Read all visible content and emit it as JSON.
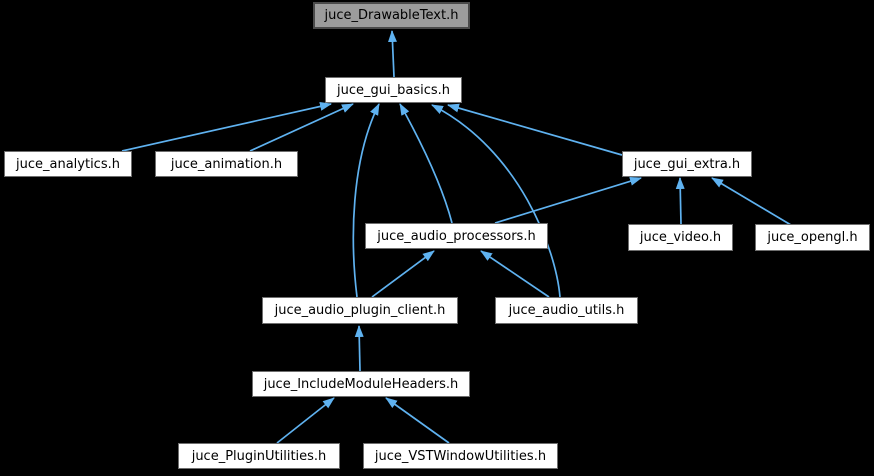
{
  "graph": {
    "title": "juce_DrawableText.h included-by dependency graph",
    "theme": {
      "bg": "#000000",
      "edge": "#5fb2f0",
      "node_fill": "#ffffff",
      "node_border": "#6e6e6e",
      "root_fill": "#9c9c9c",
      "root_border": "#4a4a4a",
      "text": "#000000"
    },
    "nodes": {
      "juce_DrawableText": {
        "label": "juce_DrawableText.h",
        "role": "current-file"
      },
      "juce_gui_basics": {
        "label": "juce_gui_basics.h",
        "role": "file"
      },
      "juce_analytics": {
        "label": "juce_analytics.h",
        "role": "file"
      },
      "juce_animation": {
        "label": "juce_animation.h",
        "role": "file"
      },
      "juce_gui_extra": {
        "label": "juce_gui_extra.h",
        "role": "file"
      },
      "juce_audio_processors": {
        "label": "juce_audio_processors.h",
        "role": "file"
      },
      "juce_video": {
        "label": "juce_video.h",
        "role": "file"
      },
      "juce_opengl": {
        "label": "juce_opengl.h",
        "role": "file"
      },
      "juce_audio_plugin_client": {
        "label": "juce_audio_plugin_client.h",
        "role": "file"
      },
      "juce_audio_utils": {
        "label": "juce_audio_utils.h",
        "role": "file"
      },
      "juce_IncludeModuleHeaders": {
        "label": "juce_IncludeModuleHeaders.h",
        "role": "file"
      },
      "juce_PluginUtilities": {
        "label": "juce_PluginUtilities.h",
        "role": "file"
      },
      "juce_VSTWindowUtilities": {
        "label": "juce_VSTWindowUtilities.h",
        "role": "file"
      }
    },
    "edges": [
      {
        "from": "juce_gui_basics",
        "to": "juce_DrawableText"
      },
      {
        "from": "juce_analytics",
        "to": "juce_gui_basics"
      },
      {
        "from": "juce_animation",
        "to": "juce_gui_basics"
      },
      {
        "from": "juce_audio_plugin_client",
        "to": "juce_gui_basics"
      },
      {
        "from": "juce_audio_processors",
        "to": "juce_gui_basics"
      },
      {
        "from": "juce_audio_utils",
        "to": "juce_gui_basics"
      },
      {
        "from": "juce_gui_extra",
        "to": "juce_gui_basics"
      },
      {
        "from": "juce_audio_processors",
        "to": "juce_gui_extra"
      },
      {
        "from": "juce_video",
        "to": "juce_gui_extra"
      },
      {
        "from": "juce_opengl",
        "to": "juce_gui_extra"
      },
      {
        "from": "juce_audio_plugin_client",
        "to": "juce_audio_processors"
      },
      {
        "from": "juce_audio_utils",
        "to": "juce_audio_processors"
      },
      {
        "from": "juce_IncludeModuleHeaders",
        "to": "juce_audio_plugin_client"
      },
      {
        "from": "juce_PluginUtilities",
        "to": "juce_IncludeModuleHeaders"
      },
      {
        "from": "juce_VSTWindowUtilities",
        "to": "juce_IncludeModuleHeaders"
      }
    ]
  }
}
